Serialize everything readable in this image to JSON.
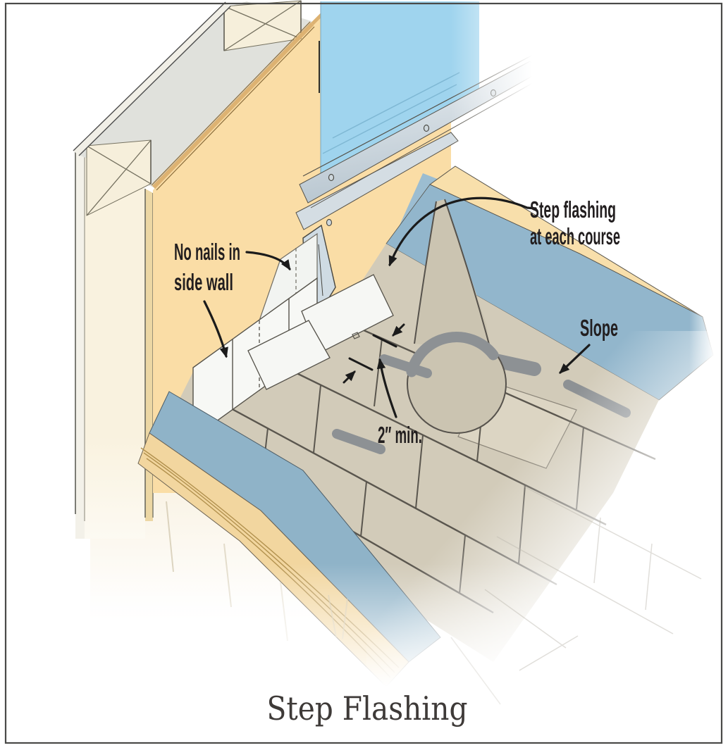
{
  "figure": {
    "title": "Step Flashing",
    "annotations": {
      "no_nails_line1": "No nails in",
      "no_nails_line2": "side wall",
      "step_flashing_line1": "Step flashing",
      "step_flashing_line2": "at each course",
      "slope": "Slope",
      "min_overlap": "2″ min."
    },
    "colors": {
      "wall_siding_tan": "#fadda6",
      "house_wrap_blue": "#9fd4ee",
      "roof_underlayment_blue": "#92b6cc",
      "roof_deck_tan": "#f8dfab",
      "shingle_gray": "#d2cbb9",
      "step_flashing_white": "#f7f8f5",
      "eave_wrap_blue": "#8fb3c8",
      "fascia_tan": "#f2d69f",
      "metal_flashing": "#cdd8df",
      "ink": "#221e1f"
    }
  }
}
